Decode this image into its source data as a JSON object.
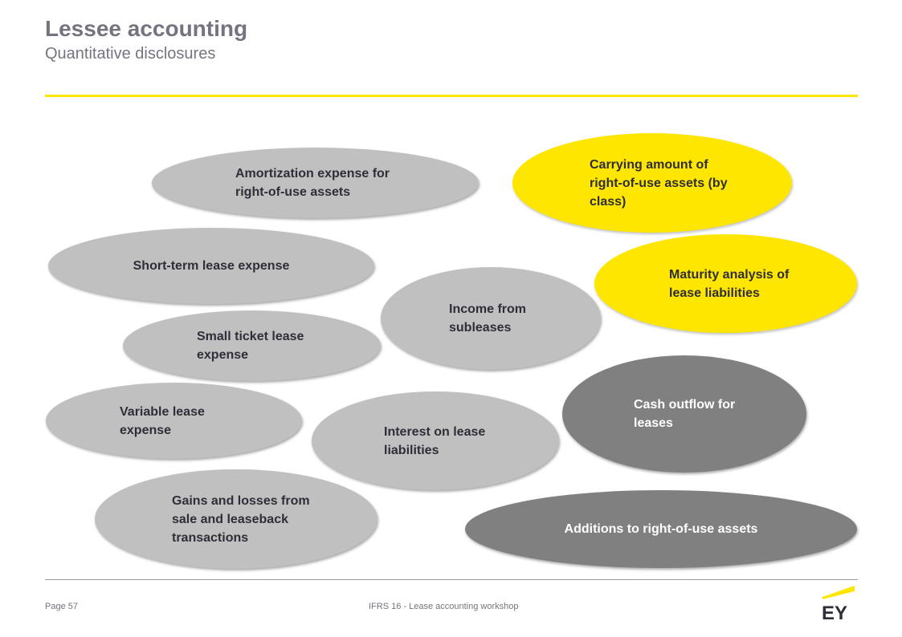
{
  "header": {
    "title": "Lessee accounting",
    "subtitle": "Quantitative disclosures"
  },
  "colors": {
    "accent_yellow": "#ffe600",
    "light_grey": "#c0c0c0",
    "dark_grey": "#808080",
    "title_grey": "#747480"
  },
  "ovals": {
    "amortization": "Amortization expense for\nright-of-use assets",
    "carrying_amount": "Carrying amount of\nright-of-use assets (by\nclass)",
    "short_term": "Short-term lease expense",
    "maturity": "Maturity analysis of\nlease liabilities",
    "income_subleases": "Income from\nsubleases",
    "small_ticket": "Small ticket lease\nexpense",
    "cash_outflow": "Cash outflow for\nleases",
    "variable": "Variable lease\nexpense",
    "interest": "Interest on lease\nliabilities",
    "gains_losses": "Gains and losses from\nsale and leaseback\ntransactions",
    "additions": "Additions to right-of-use assets"
  },
  "footer": {
    "page": "Page 57",
    "center_text": "IFRS 16 - Lease accounting workshop",
    "logo_text": "EY",
    "logo_icon": "ey-logo-icon"
  }
}
